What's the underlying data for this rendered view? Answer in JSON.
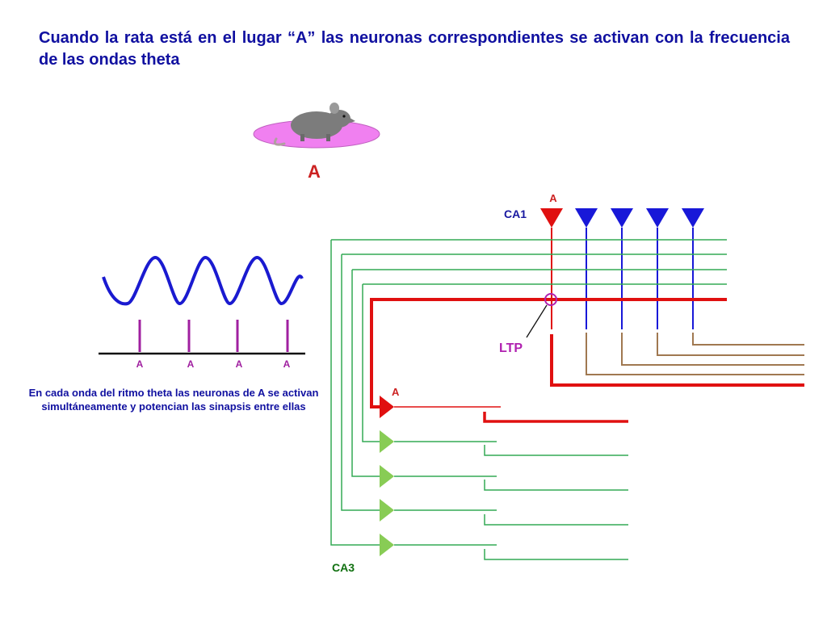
{
  "title": "Cuando la rata está en el lugar “A” las neuronas correspondientes se activan con la frecuencia de las ondas theta",
  "place_label": "A",
  "caption": "En cada onda del ritmo theta las neuronas de A se activan simultáneamente y potencian las sinapsis entre ellas",
  "spike_labels": [
    "A",
    "A",
    "A",
    "A"
  ],
  "ca1": {
    "region_label": "CA1",
    "active_neuron_label": "A"
  },
  "ca3": {
    "region_label": "CA3",
    "active_neuron_label": "A"
  },
  "ltp_label": "LTP",
  "colors": {
    "title_text": "#1010a0",
    "place_label": "#cc2222",
    "theta_wave": "#1a1ad0",
    "spikes": "#a020a0",
    "active_neuron": "#e01010",
    "ca1_neurons": "#1818d8",
    "ca3_neurons": "#88cc55",
    "schaffer_green": "#33aa55",
    "ca1_outputs": "#a07850",
    "region_label_ca1": "#1818a0",
    "region_label_ca3": "#107010",
    "rat_platform": "#f080f0"
  }
}
